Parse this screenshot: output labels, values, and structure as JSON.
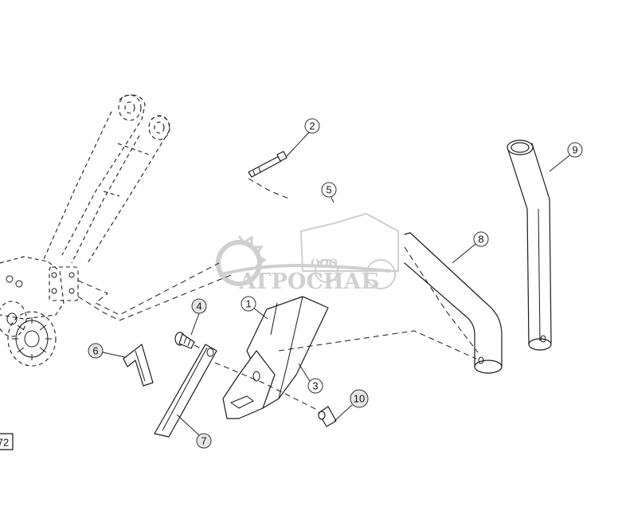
{
  "callouts": [
    {
      "label": "1"
    },
    {
      "label": "2"
    },
    {
      "label": "3"
    },
    {
      "label": "4"
    },
    {
      "label": "5"
    },
    {
      "label": "6"
    },
    {
      "label": "7"
    },
    {
      "label": "8"
    },
    {
      "label": "9"
    },
    {
      "label": "10"
    }
  ],
  "figure_tag": "72",
  "watermark": {
    "company_prefix": "ООО",
    "company_name": "АГРОСНАБ"
  }
}
